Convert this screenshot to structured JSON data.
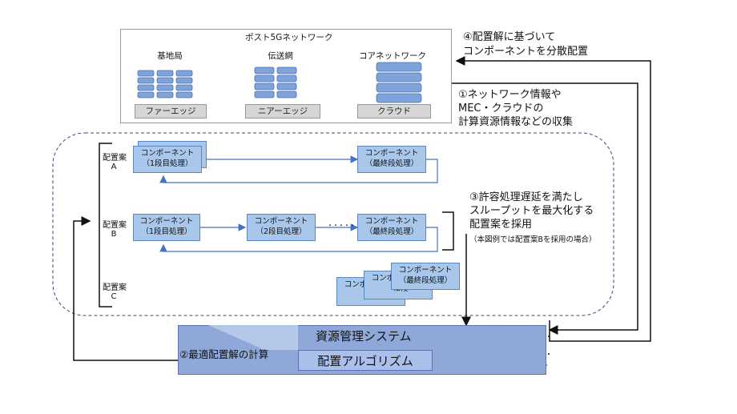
{
  "network": {
    "title": "ポスト5Gネットワーク",
    "tiers": [
      {
        "name": "基地局",
        "bar": "ファーエッジ"
      },
      {
        "name": "伝送網",
        "bar": "ニアーエッジ"
      },
      {
        "name": "コアネットワーク",
        "bar": "クラウド"
      }
    ]
  },
  "placements": {
    "a_label": [
      "配置案",
      "A"
    ],
    "b_label": [
      "配置案",
      "B"
    ],
    "c_label": [
      "配置案",
      "C"
    ],
    "comp_line1": "コンポーネント",
    "stage1": "（1段目処理）",
    "stage2": "（2段目処理）",
    "stage_last": "（最終段処理）",
    "c_partial_stage1": "（1段",
    "c_partial_stage2": "（2段",
    "dots": "・・・・・・"
  },
  "notes": {
    "n4_line1": "④配置解に基づいて",
    "n4_line2": "コンポーネントを分散配置",
    "n1_line1": "①ネットワーク情報や",
    "n1_line2": "MEC・クラウドの",
    "n1_line3": "計算資源情報などの収集",
    "n3_line1": "③許容処理遅延を満たし",
    "n3_line2": "スループットを最大化する",
    "n3_line3": "配置案を採用",
    "n3_sub": "（本図例では配置案Bを採用の場合）",
    "n2": "②最適配置解の計算"
  },
  "system": {
    "name": "資源管理システム",
    "algorithm": "配置アルゴリズム"
  },
  "colors": {
    "arrow_blue": "#4472c4",
    "component_fill": "#a9c7ea",
    "system_fill": "#8fa8d8"
  }
}
